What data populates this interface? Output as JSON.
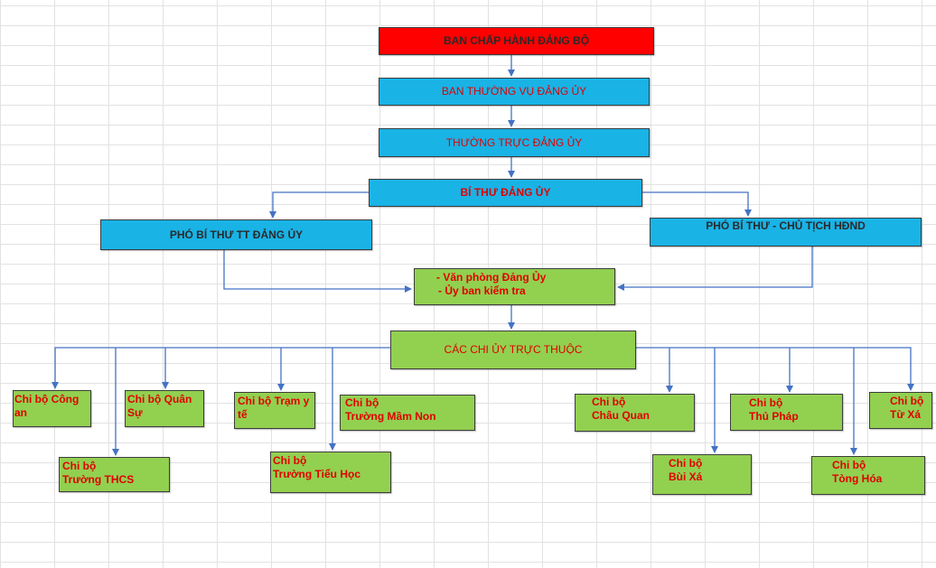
{
  "colors": {
    "red_box": "#ff0000",
    "blue_box": "#19b3e6",
    "green_box": "#92d050",
    "text_red": "#e00000",
    "arrow": "#4472c4"
  },
  "org_chart": {
    "executive_committee": "BAN CHẤP HÀNH ĐẢNG BỘ",
    "standing_committee": "BAN THƯỜNG VỤ ĐẢNG ỦY",
    "permanent_office": "THƯỜNG TRỰC ĐẢNG ỦY",
    "secretary": "BÍ  THƯ ĐẢNG ỦY",
    "deputy_left": "PHÓ  BÍ  THƯ  TT ĐẢNG ỦY",
    "deputy_right": "PHÓ BÍ THƯ  - CHỦ TỊCH HĐND",
    "office_line1": "- Văn phòng Đảng Ủy",
    "office_line2": "- Ủy ban kiểm tra",
    "subordinate": "CÁC CHI ỦY TRỰC THUỘC",
    "branches": {
      "cong_an": "Chi bộ Công\nan",
      "truong_thcs": "Chi bộ\nTrường THCS",
      "quan_su": "Chi bộ Quân\nSự",
      "tram_y_te": "Chi bộ Trạm y\ntế",
      "tieu_hoc": "Chi bộ\nTrường Tiểu Học",
      "mam_non": "Chi bộ\nTrường Mầm Non",
      "chau_quan": "Chi bộ\nChâu Quan",
      "bui_xa": "Chi bộ\nBùi Xá",
      "thu_phap": "Chi bộ\nThủ Pháp",
      "tong_hoa": "Chi bộ\nTòng Hóa",
      "tu_xa": "Chi bộ\nTừ Xá"
    }
  }
}
